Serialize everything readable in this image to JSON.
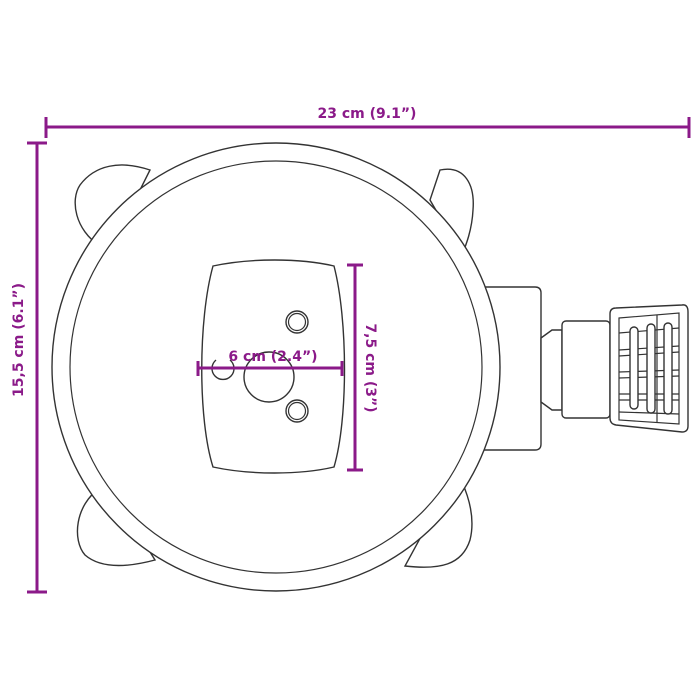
{
  "colors": {
    "dimension": "#8b1a89",
    "outline": "#333333",
    "background": "#ffffff"
  },
  "dimensions": {
    "width": {
      "label": "23 cm (9.1”)"
    },
    "height": {
      "label": "15,5 cm (6.1”)"
    },
    "plate_width": {
      "label": "6 cm (2.4”)"
    },
    "plate_height": {
      "label": "7,5 cm (3”)"
    }
  },
  "product": {
    "name": "hose-reel-mount",
    "parts": [
      "reel-housing",
      "mounting-lugs",
      "mounting-plate",
      "hose-outlet",
      "grip-handle"
    ]
  }
}
